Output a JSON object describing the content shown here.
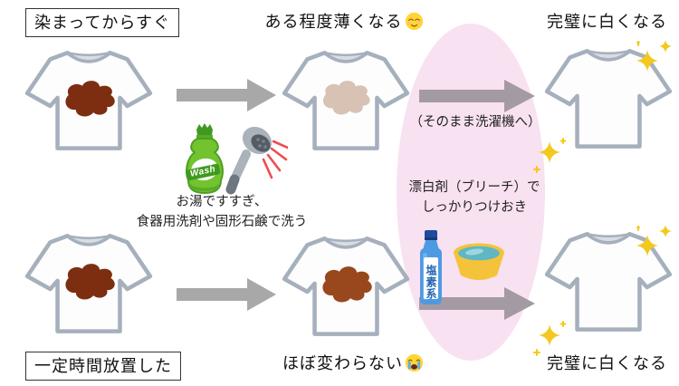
{
  "colors": {
    "stain_fresh": "#7d2e10",
    "stain_faded": "#d7c2b3",
    "stain_set": "#98481c",
    "shirt_outline": "#a6b0bd",
    "collar_fill": "#d9dde2",
    "highlight_ellipse": "#f8e1f0",
    "arrow_gray": "#a8a8a8",
    "arrow_mauve": "#a49aa3",
    "sparkle_yellow": "#f5c81e",
    "detergent_green": "#72c32e",
    "bleach_blue": "#4e9ae2",
    "basin_yellow": "#f4c33b",
    "water_teal": "#5fb7c3",
    "spray_red": "#ef4b52"
  },
  "flow": {
    "top": {
      "start_label": "染まってからすぐ",
      "mid_result": "ある程度薄くなる",
      "mid_result_emoji": "relieved-face",
      "arrow_note": "（そのまま洗濯機へ）",
      "end_result": "完璧に白くなる"
    },
    "bottom": {
      "start_label": "一定時間放置した",
      "mid_result": "ほぼ変わらない",
      "mid_result_emoji": "loudly-crying-face",
      "end_result": "完璧に白くなる"
    },
    "step1_note": {
      "line1": "お湯ですすぎ、",
      "line2": "食器用洗剤や固形石鹸で洗う"
    },
    "step2_note": {
      "line1": "漂白剤（ブリーチ）で",
      "line2": "しっかりつけおき"
    },
    "icons": {
      "detergent_label": "Wash",
      "bleach_label": "塩素系"
    }
  }
}
